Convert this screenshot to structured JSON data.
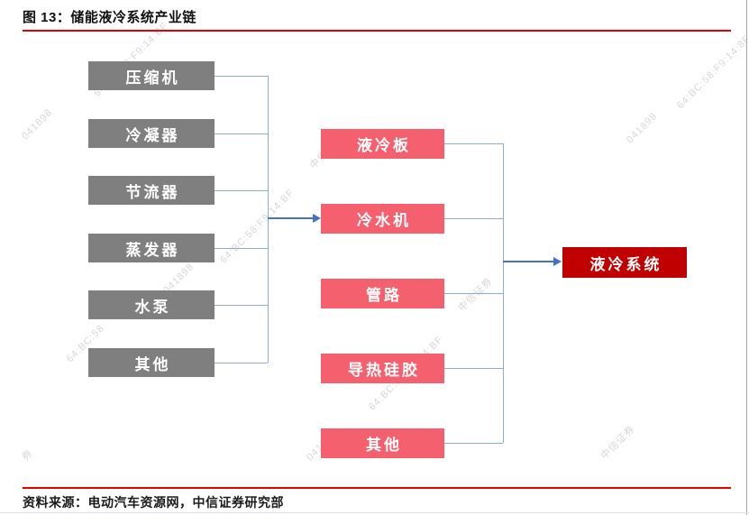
{
  "figure": {
    "title": "图 13：储能液冷系统产业链",
    "source": "资料来源：电动汽车资源网，中信证券研究部"
  },
  "diagram": {
    "upstream": [
      "压缩机",
      "冷凝器",
      "节流器",
      "蒸发器",
      "水泵",
      "其他"
    ],
    "midstream": [
      "液冷板",
      "冷水机",
      "管路",
      "导热硅胶",
      "其他"
    ],
    "downstream": "液冷系统"
  },
  "colors": {
    "upstream_box": "#7f7f7f",
    "midstream_box": "#f4606e",
    "downstream_box": "#c00000",
    "connector_line": "#8ea9db",
    "arrow": "#4472c4",
    "rule_red": "#e60000"
  },
  "watermarks": [
    {
      "text": "041898"
    },
    {
      "text": "64:BC:58:F9:14:BF"
    },
    {
      "text": "64:BC:58:F9:14:BF"
    },
    {
      "text": "041898"
    },
    {
      "text": "64:BC:58"
    },
    {
      "text": "中信证券"
    },
    {
      "text": "041898"
    },
    {
      "text": "中信证券"
    },
    {
      "text": "64:BC:58:F9:14:BF"
    },
    {
      "text": "041898"
    },
    {
      "text": "64:BC:58:F9:14:8F"
    },
    {
      "text": "中信证券"
    },
    {
      "text": "券"
    }
  ]
}
